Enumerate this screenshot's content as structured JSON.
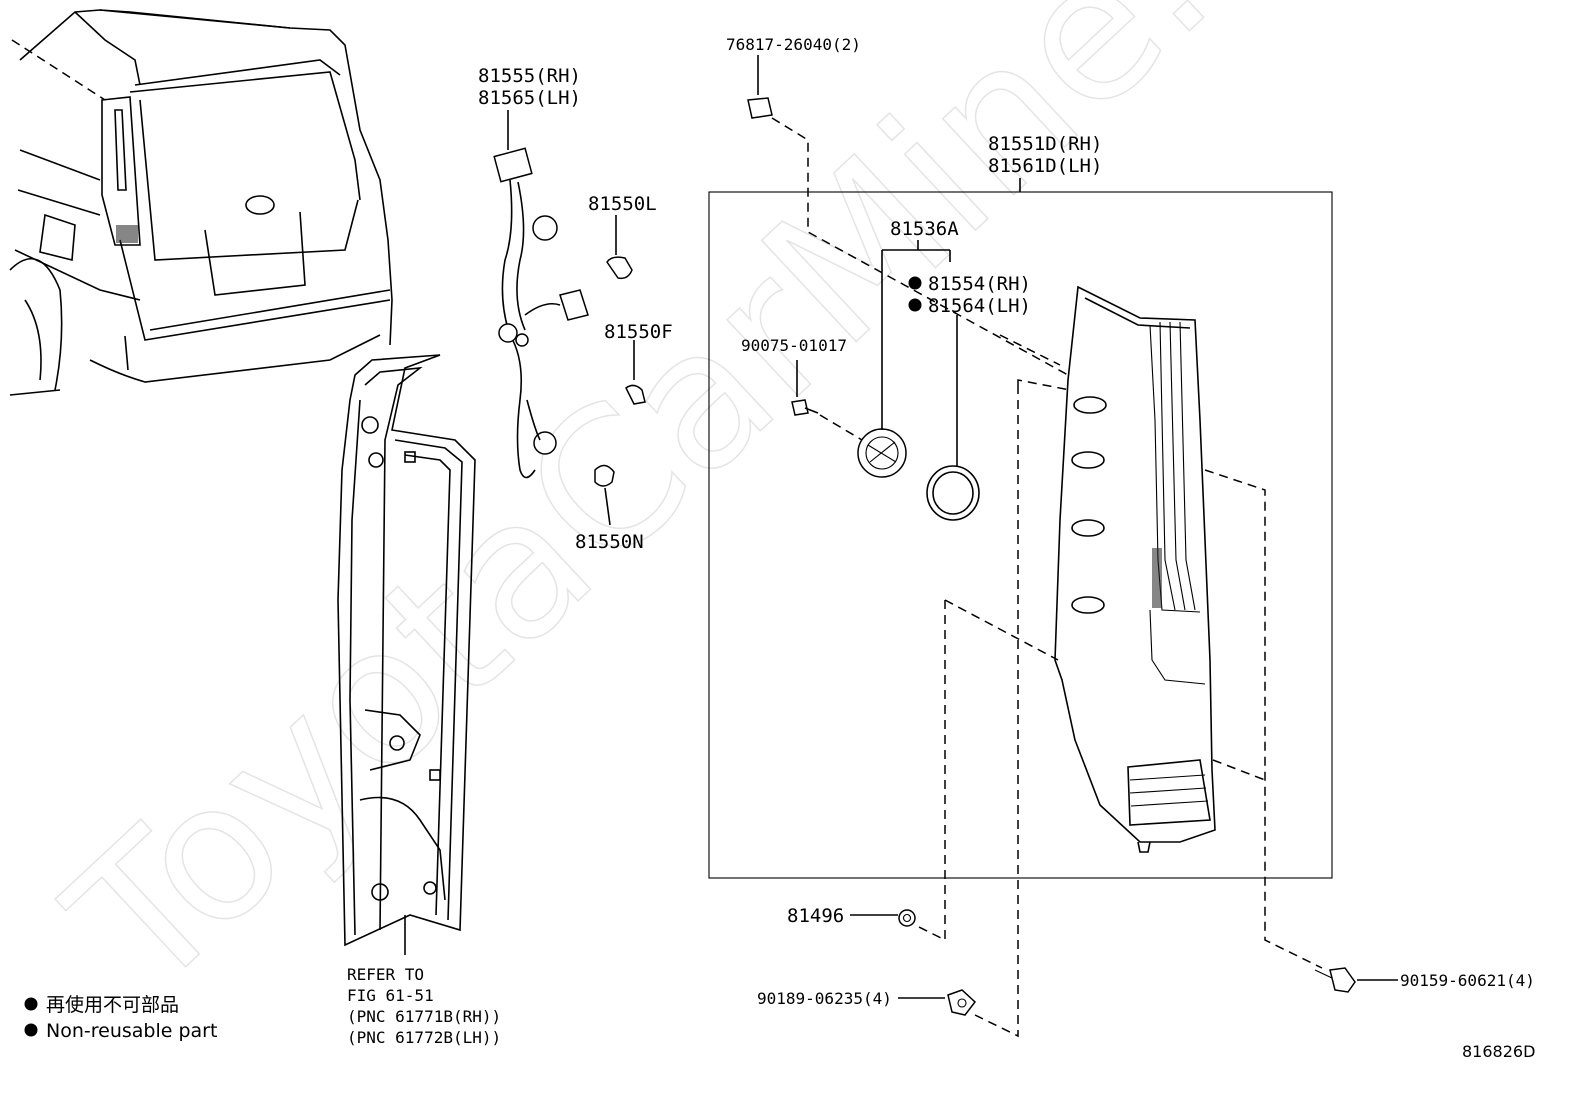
{
  "labels": {
    "p1_a": "81555(RH)",
    "p1_b": "81565(LH)",
    "p2": "81550L",
    "p3": "81550F",
    "p4": "81550N",
    "p5": "76817-26040(2)",
    "p6_a": "81551D(RH)",
    "p6_b": "81561D(LH)",
    "p7": "81536A",
    "p8_a": "81554(RH)",
    "p8_b": "81564(LH)",
    "p9": "90075-01017",
    "p10": "81496",
    "p11": "90189-06235(4)",
    "p12": "90159-60621(4)",
    "refer_1": "REFER TO",
    "refer_2": "FIG 61-51",
    "refer_3": "(PNC 61771B(RH))",
    "refer_4": "(PNC 61772B(LH))"
  },
  "legend": {
    "line_1": "再使用不可部品",
    "line_2": "Non-reusable part"
  },
  "diagram_id": "816826D",
  "watermark": "ToyotaCarMine.ru"
}
